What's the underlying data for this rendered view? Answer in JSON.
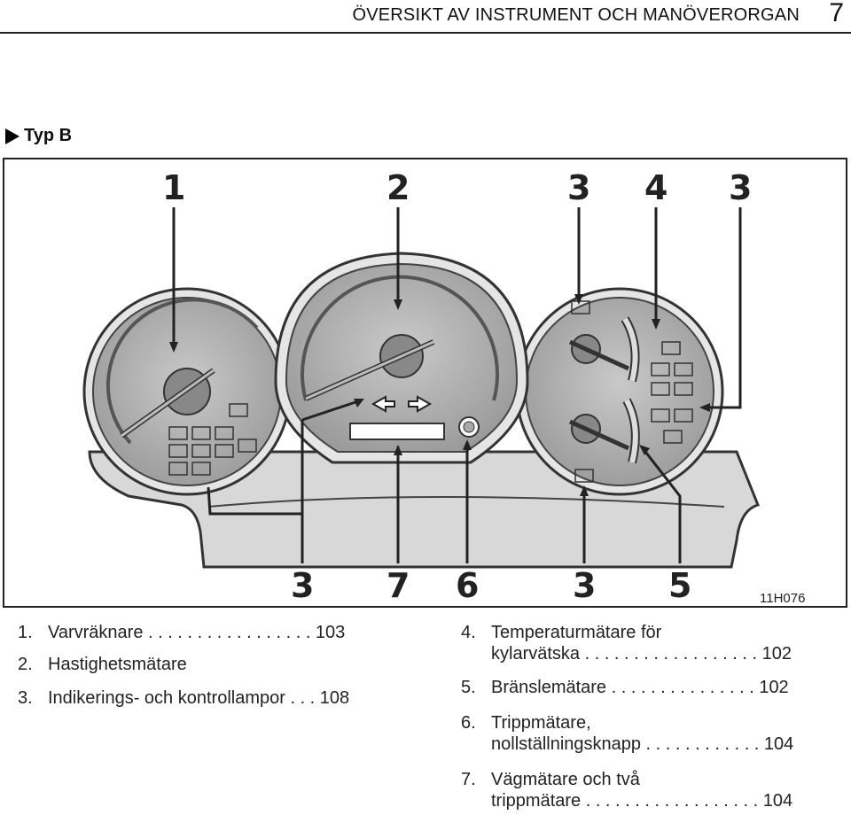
{
  "header": {
    "title": "ÖVERSIKT AV INSTRUMENT OCH MANÖVERORGAN",
    "page_number": "7"
  },
  "section": {
    "heading": "Typ B"
  },
  "figure": {
    "callouts": {
      "top_1": "1",
      "top_2": "2",
      "top_3a": "3",
      "top_4": "4",
      "top_3b": "3",
      "bottom_3a": "3",
      "bottom_7": "7",
      "bottom_6": "6",
      "bottom_3b": "3",
      "bottom_5": "5"
    },
    "code": "11H076"
  },
  "legend": {
    "left": [
      {
        "num": "1.",
        "text": "Varvräknare . . . . . . . . . . . . . . . . . 103"
      },
      {
        "num": "2.",
        "text": "Hastighetsmätare"
      },
      {
        "num": "3.",
        "text": "Indikerings- och kontrollampor . . . 108"
      }
    ],
    "right": [
      {
        "num": "4.",
        "line1": "Temperaturmätare för",
        "line2": "kylarvätska . . . . . . . . . . . . . . . . . . 102"
      },
      {
        "num": "5.",
        "line1": "Bränslemätare . . . . . . . . . . . . . . . 102",
        "line2": ""
      },
      {
        "num": "6.",
        "line1": "Trippmätare,",
        "line2": "nollställningsknapp . . . . . . . . . . . . 104"
      },
      {
        "num": "7.",
        "line1": "Vägmätare och två",
        "line2": "trippmätare . . . . . . . . . . . . . . . . . . 104"
      }
    ]
  }
}
